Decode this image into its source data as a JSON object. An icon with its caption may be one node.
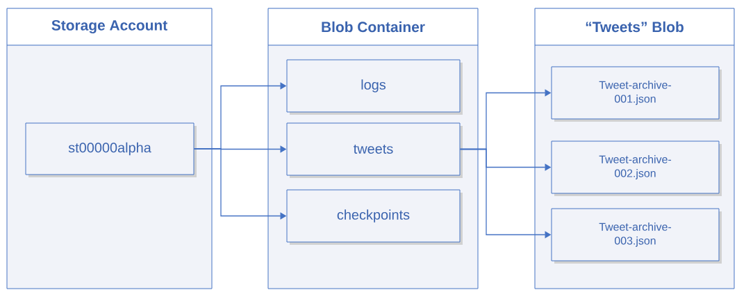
{
  "diagram": {
    "nodes": [
      {
        "text": [
          "Storage Account"
        ]
      },
      {
        "text": [
          "st00000alpha"
        ],
        "in": 0
      },
      {
        "text": [
          "Blob Container"
        ]
      },
      {
        "text": [
          "logs"
        ],
        "in": 2
      },
      {
        "text": [
          "tweets"
        ],
        "in": 2
      },
      {
        "text": [
          "checkpoints"
        ],
        "in": 2
      },
      {
        "text": [
          "“Tweets” Blob"
        ]
      },
      {
        "text": [
          "Tweet-archive-001.json"
        ],
        "in": 6
      },
      {
        "text": [
          "Tweet-archive-002.json"
        ],
        "in": 6
      },
      {
        "text": [
          "Tweet-archive-003.json"
        ],
        "in": 6
      }
    ],
    "edges": [
      {
        "from": 1,
        "to": 3,
        "arrow": "to"
      },
      {
        "from": 1,
        "to": 4,
        "arrow": "to"
      },
      {
        "from": 1,
        "to": 5,
        "arrow": "to"
      },
      {
        "from": 4,
        "to": 7,
        "arrow": "to"
      },
      {
        "from": 4,
        "to": 8,
        "arrow": "to"
      },
      {
        "from": 4,
        "to": 9,
        "arrow": "to"
      }
    ]
  }
}
